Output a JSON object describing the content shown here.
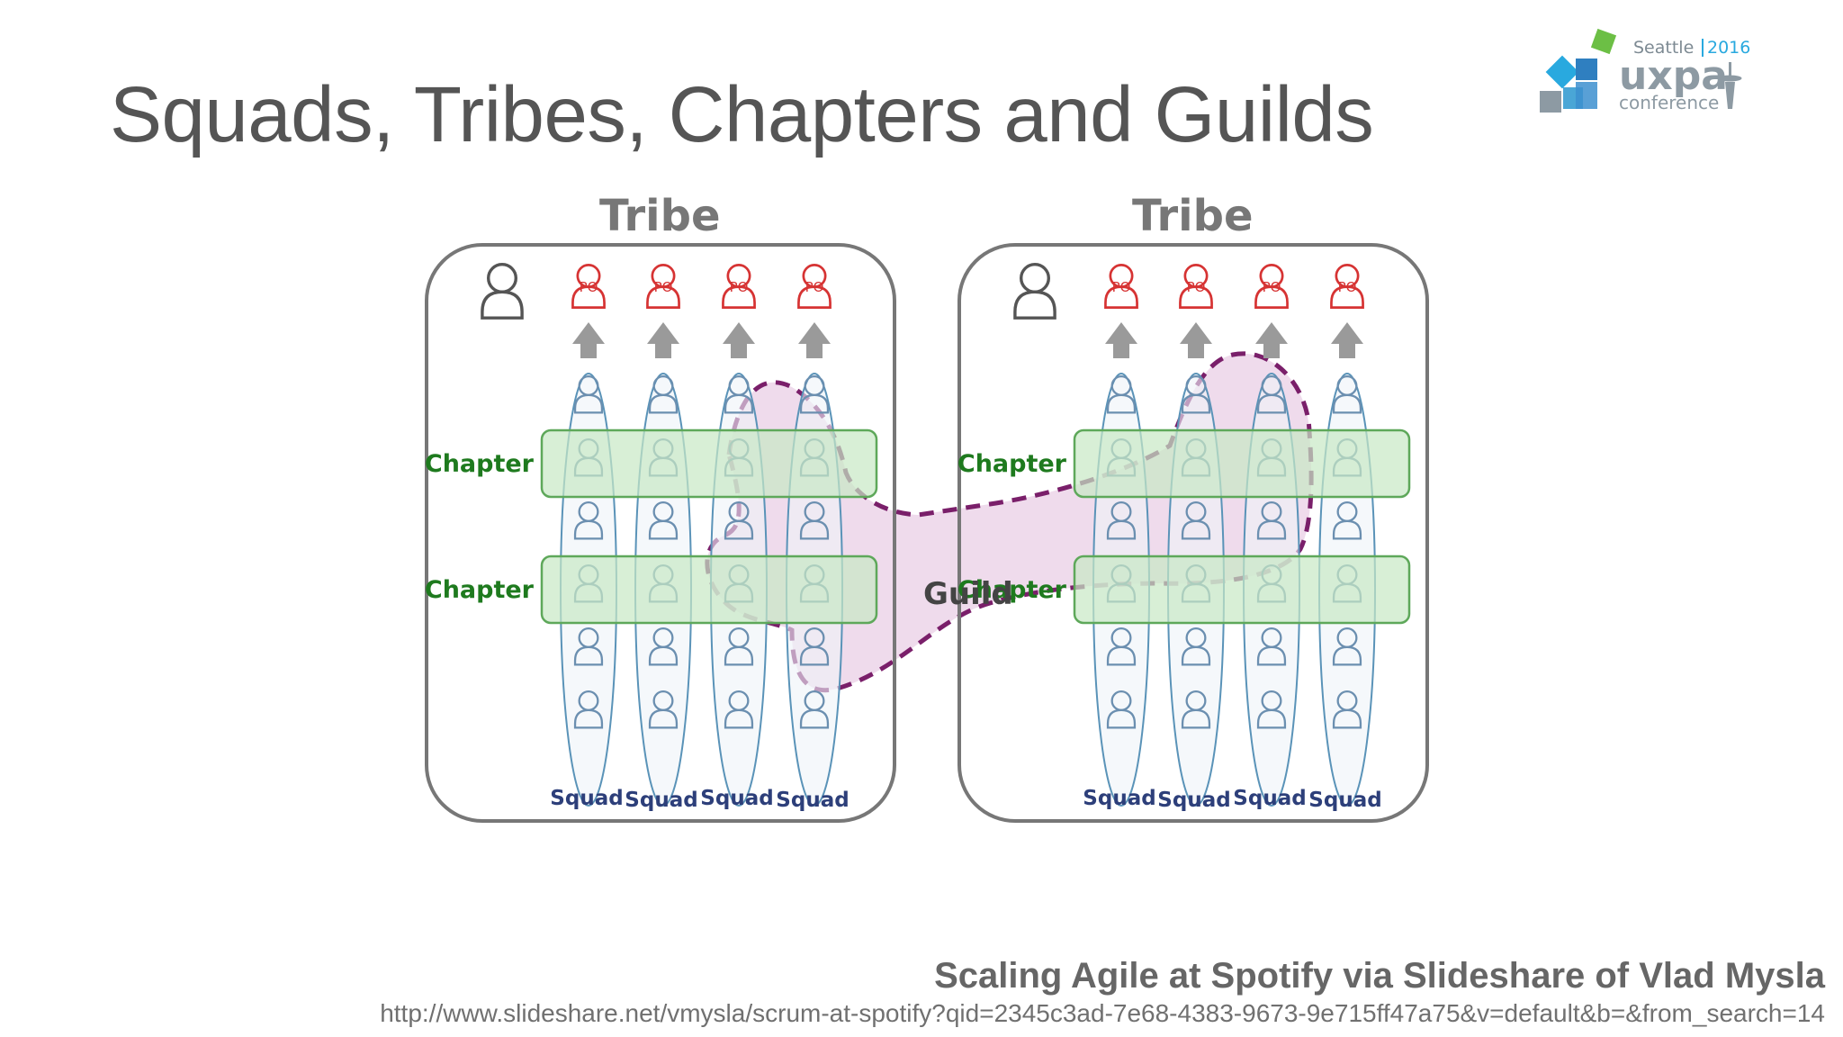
{
  "slide": {
    "title": "Squads, Tribes, Chapters and Guilds"
  },
  "logo": {
    "city": "Seattle",
    "year": "2016",
    "brand": "uxpa",
    "subtitle": "conference"
  },
  "diagram": {
    "tribes": [
      {
        "label": "Tribe",
        "chapters": [
          "Chapter",
          "Chapter"
        ],
        "squads": [
          "Squad",
          "Squad",
          "Squad",
          "Squad"
        ],
        "product_owners": [
          "PO",
          "PO",
          "PO",
          "PO"
        ]
      },
      {
        "label": "Tribe",
        "chapters": [
          "Chapter",
          "Chapter"
        ],
        "squads": [
          "Squad",
          "Squad",
          "Squad",
          "Squad"
        ],
        "product_owners": [
          "PO",
          "PO",
          "PO",
          "PO"
        ]
      }
    ],
    "guild_label": "Guild",
    "colors": {
      "tribe_border": "#777777",
      "squad_outline": "#5a93b8",
      "chapter_fill": "#c8e8c4",
      "chapter_border": "#5ea85a",
      "chapter_text": "#1e7a1e",
      "guild_border": "#7a1f6a",
      "guild_fill": "#e9cfe6",
      "po_color": "#d63333",
      "squad_text": "#2d3f7a"
    }
  },
  "caption": {
    "title": "Scaling Agile at Spotify via Slideshare of Vlad Mysla",
    "url": "http://www.slideshare.net/vmysla/scrum-at-spotify?qid=2345c3ad-7e68-4383-9673-9e715ff47a75&v=default&b=&from_search=14"
  }
}
